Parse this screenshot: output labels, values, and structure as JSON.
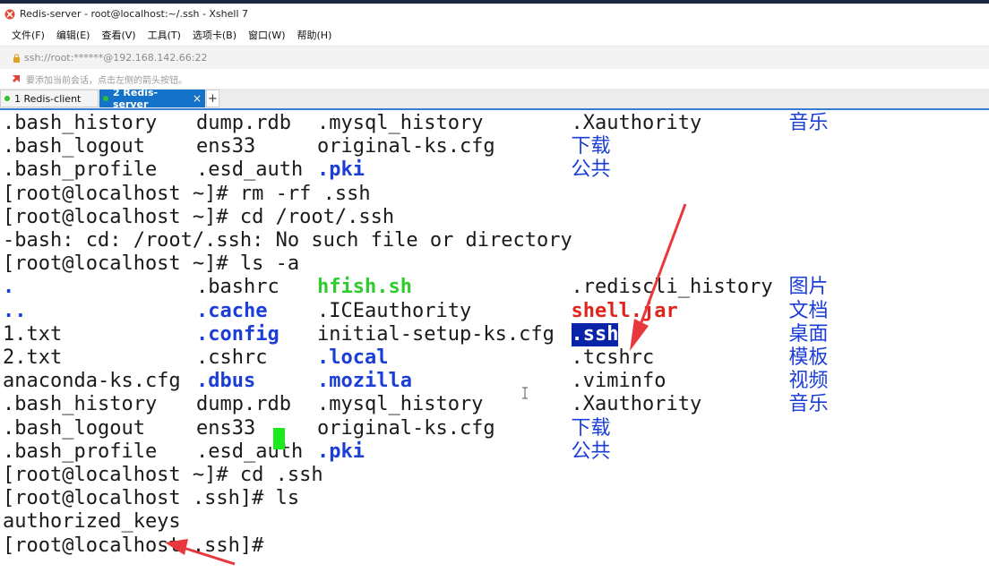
{
  "window": {
    "title": "Redis-server - root@localhost:~/.ssh - Xshell 7"
  },
  "menu": [
    "文件(F)",
    "编辑(E)",
    "查看(V)",
    "工具(T)",
    "选项卡(B)",
    "窗口(W)",
    "帮助(H)"
  ],
  "address": {
    "text": "ssh://root:******@192.168.142.66:22"
  },
  "hint": {
    "text": "要添加当前会话，点击左侧的箭头按钮。"
  },
  "tabs": [
    {
      "label": "1 Redis-client",
      "active": false
    },
    {
      "label": "2 Redis-server",
      "active": true
    }
  ],
  "tab_close": "×",
  "tab_add": "+",
  "colors": {
    "dir": "#1a3ed6",
    "exec": "#2ecc2e",
    "archive": "#e0241d",
    "cursor": "#1ee81e",
    "arrow": "#e8383d",
    "tab_active": "#1473c8"
  },
  "terminal": {
    "lines": [
      {
        "cells": [
          {
            "t": ".bash_history",
            "c": 0
          },
          {
            "t": "dump.rdb",
            "c": 16
          },
          {
            "t": ".mysql_history",
            "c": 26
          },
          {
            "t": ".Xauthority",
            "c": 47
          },
          {
            "t": "音乐",
            "c": 65,
            "s": "cjk"
          }
        ]
      },
      {
        "cells": [
          {
            "t": ".bash_logout",
            "c": 0
          },
          {
            "t": "ens33",
            "c": 16
          },
          {
            "t": "original-ks.cfg",
            "c": 26
          },
          {
            "t": "下载",
            "c": 47,
            "s": "cjk"
          }
        ]
      },
      {
        "cells": [
          {
            "t": ".bash_profile",
            "c": 0
          },
          {
            "t": ".esd_auth",
            "c": 16
          },
          {
            "t": ".pki",
            "c": 26,
            "s": "blue"
          },
          {
            "t": "公共",
            "c": 47,
            "s": "cjk"
          }
        ]
      },
      {
        "cells": [
          {
            "t": "[root@localhost ~]# rm -rf .ssh",
            "c": 0
          }
        ]
      },
      {
        "cells": [
          {
            "t": "[root@localhost ~]# cd /root/.ssh",
            "c": 0
          }
        ]
      },
      {
        "cells": [
          {
            "t": "-bash: cd: /root/.ssh: No such file or directory",
            "c": 0
          }
        ]
      },
      {
        "cells": [
          {
            "t": "[root@localhost ~]# ls -a",
            "c": 0
          }
        ]
      },
      {
        "cells": [
          {
            "t": ".",
            "c": 0,
            "s": "blue"
          },
          {
            "t": ".bashrc",
            "c": 16
          },
          {
            "t": "hfish.sh",
            "c": 26,
            "s": "green"
          },
          {
            "t": ".rediscli_history",
            "c": 47
          },
          {
            "t": "图片",
            "c": 65,
            "s": "cjk"
          }
        ]
      },
      {
        "cells": [
          {
            "t": "..",
            "c": 0,
            "s": "blue"
          },
          {
            "t": ".cache",
            "c": 16,
            "s": "blue"
          },
          {
            "t": ".ICEauthority",
            "c": 26
          },
          {
            "t": "shell.jar",
            "c": 47,
            "s": "red"
          },
          {
            "t": "文档",
            "c": 65,
            "s": "cjk"
          }
        ]
      },
      {
        "cells": [
          {
            "t": "1.txt",
            "c": 0
          },
          {
            "t": ".config",
            "c": 16,
            "s": "blue"
          },
          {
            "t": "initial-setup-ks.cfg",
            "c": 26
          },
          {
            "t": ".ssh",
            "c": 47,
            "s": "selected"
          },
          {
            "t": "桌面",
            "c": 65,
            "s": "cjk"
          }
        ]
      },
      {
        "cells": [
          {
            "t": "2.txt",
            "c": 0
          },
          {
            "t": ".cshrc",
            "c": 16
          },
          {
            "t": ".local",
            "c": 26,
            "s": "blue"
          },
          {
            "t": ".tcshrc",
            "c": 47
          },
          {
            "t": "模板",
            "c": 65,
            "s": "cjk"
          }
        ]
      },
      {
        "cells": [
          {
            "t": "anaconda-ks.cfg",
            "c": 0
          },
          {
            "t": ".dbus",
            "c": 16,
            "s": "blue"
          },
          {
            "t": ".mozilla",
            "c": 26,
            "s": "blue"
          },
          {
            "t": ".viminfo",
            "c": 47
          },
          {
            "t": "视频",
            "c": 65,
            "s": "cjk"
          }
        ]
      },
      {
        "cells": [
          {
            "t": ".bash_history",
            "c": 0
          },
          {
            "t": "dump.rdb",
            "c": 16
          },
          {
            "t": ".mysql_history",
            "c": 26
          },
          {
            "t": ".Xauthority",
            "c": 47
          },
          {
            "t": "音乐",
            "c": 65,
            "s": "cjk"
          }
        ]
      },
      {
        "cells": [
          {
            "t": ".bash_logout",
            "c": 0
          },
          {
            "t": "ens33",
            "c": 16
          },
          {
            "t": "original-ks.cfg",
            "c": 26
          },
          {
            "t": "下载",
            "c": 47,
            "s": "cjk"
          }
        ]
      },
      {
        "cells": [
          {
            "t": ".bash_profile",
            "c": 0
          },
          {
            "t": ".esd_auth",
            "c": 16
          },
          {
            "t": ".pki",
            "c": 26,
            "s": "blue"
          },
          {
            "t": "公共",
            "c": 47,
            "s": "cjk"
          }
        ]
      },
      {
        "cells": [
          {
            "t": "[root@localhost ~]# cd .ssh",
            "c": 0
          }
        ]
      },
      {
        "cells": [
          {
            "t": "[root@localhost .ssh]# ls",
            "c": 0
          }
        ]
      },
      {
        "cells": [
          {
            "t": "authorized_keys",
            "c": 0
          }
        ]
      },
      {
        "cells": [
          {
            "t": "[root@localhost .ssh]# ",
            "c": 0
          }
        ]
      }
    ]
  }
}
